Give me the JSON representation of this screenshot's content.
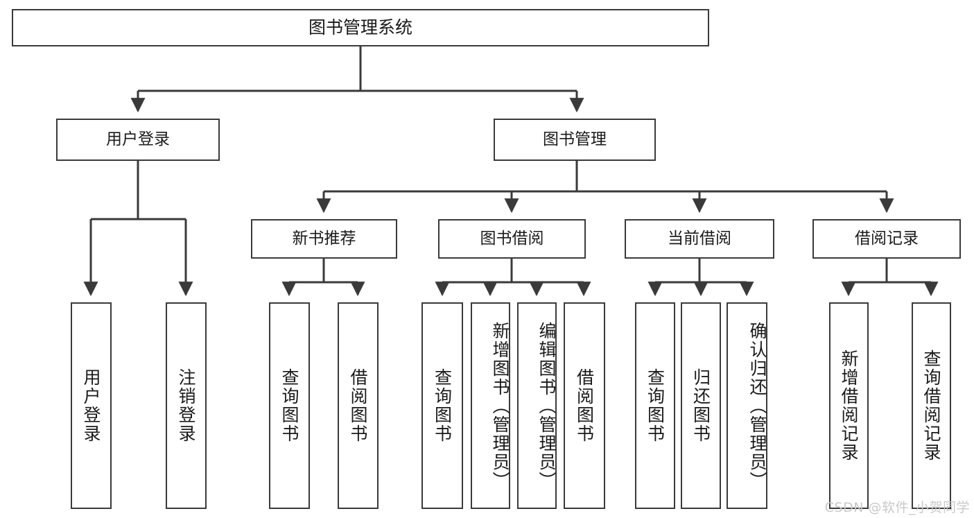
{
  "diagram": {
    "title": "图书管理系统",
    "type": "tree-hierarchy",
    "stroke_color": "#3a3a3a",
    "fill_color": "#ffffff",
    "text_color": "#1a1a1a"
  },
  "nodes": {
    "root": {
      "label": "图书管理系统"
    },
    "level2": [
      {
        "id": "user-login",
        "label": "用户登录"
      },
      {
        "id": "book-management",
        "label": "图书管理"
      }
    ],
    "level3": [
      {
        "id": "new-book-recommend",
        "label": "新书推荐"
      },
      {
        "id": "book-borrow",
        "label": "图书借阅"
      },
      {
        "id": "current-borrow",
        "label": "当前借阅"
      },
      {
        "id": "borrow-record",
        "label": "借阅记录"
      }
    ],
    "leaves": {
      "user_login": [
        {
          "id": "leaf-user-login",
          "label": "用户登录"
        },
        {
          "id": "leaf-logout-login",
          "label": "注销登录"
        }
      ],
      "new_book_recommend": [
        {
          "id": "leaf-query-book-1",
          "label": "查询图书"
        },
        {
          "id": "leaf-borrow-book-1",
          "label": "借阅图书"
        }
      ],
      "book_borrow": [
        {
          "id": "leaf-query-book-2",
          "label": "查询图书"
        },
        {
          "id": "leaf-add-book",
          "label": "新增图书（管理员）"
        },
        {
          "id": "leaf-edit-book",
          "label": "编辑图书（管理员）"
        },
        {
          "id": "leaf-borrow-book-2",
          "label": "借阅图书"
        }
      ],
      "current_borrow": [
        {
          "id": "leaf-query-book-3",
          "label": "查询图书"
        },
        {
          "id": "leaf-return-book",
          "label": "归还图书"
        },
        {
          "id": "leaf-confirm-return",
          "label": "确认归还（管理员）"
        }
      ],
      "borrow_record": [
        {
          "id": "leaf-add-record",
          "label": "新增借阅记录"
        },
        {
          "id": "leaf-query-record",
          "label": "查询借阅记录"
        }
      ]
    }
  },
  "watermark": {
    "text": "CSDN @软件_小贺同学",
    "color": "#c9c9c9"
  }
}
